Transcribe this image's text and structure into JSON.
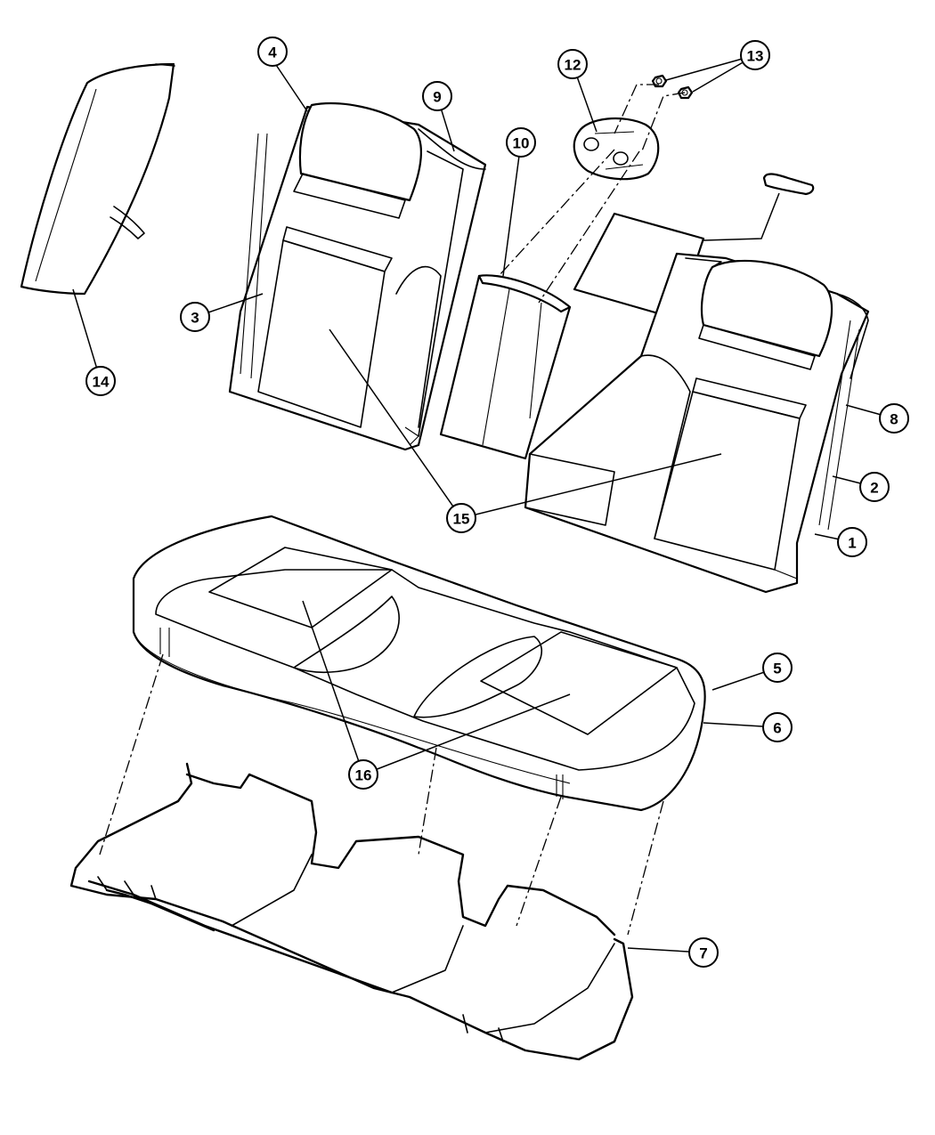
{
  "callouts": [
    {
      "id": "1",
      "label": "1"
    },
    {
      "id": "2",
      "label": "2"
    },
    {
      "id": "3",
      "label": "3"
    },
    {
      "id": "4",
      "label": "4"
    },
    {
      "id": "5",
      "label": "5"
    },
    {
      "id": "6",
      "label": "6"
    },
    {
      "id": "7",
      "label": "7"
    },
    {
      "id": "8",
      "label": "8"
    },
    {
      "id": "9",
      "label": "9"
    },
    {
      "id": "10",
      "label": "10"
    },
    {
      "id": "12",
      "label": "12"
    },
    {
      "id": "13",
      "label": "13"
    },
    {
      "id": "14",
      "label": "14"
    },
    {
      "id": "15",
      "label": "15"
    },
    {
      "id": "16",
      "label": "16"
    }
  ]
}
